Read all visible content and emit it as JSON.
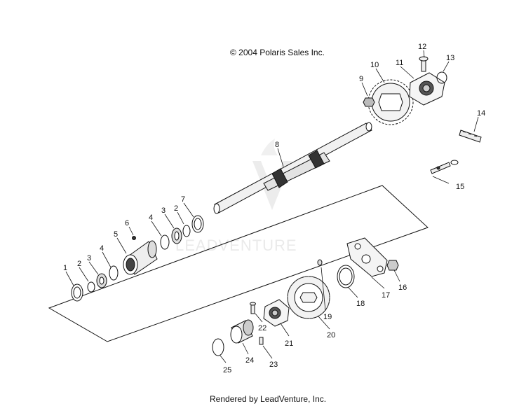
{
  "copyright": "© 2004 Polaris Sales Inc.",
  "footer": "Rendered by LeadVenture, Inc.",
  "watermark": "LEADVENTURE",
  "callouts": [
    "1",
    "2",
    "3",
    "4",
    "5",
    "6",
    "4",
    "3",
    "2",
    "7",
    "8",
    "9",
    "10",
    "11",
    "12",
    "13",
    "14",
    "15",
    "16",
    "17",
    "18",
    "19",
    "20",
    "21",
    "22",
    "23",
    "24",
    "25"
  ],
  "colors": {
    "line": "#111111",
    "watermark": "#d9d9d9",
    "chrome": "#e6e6e6"
  }
}
